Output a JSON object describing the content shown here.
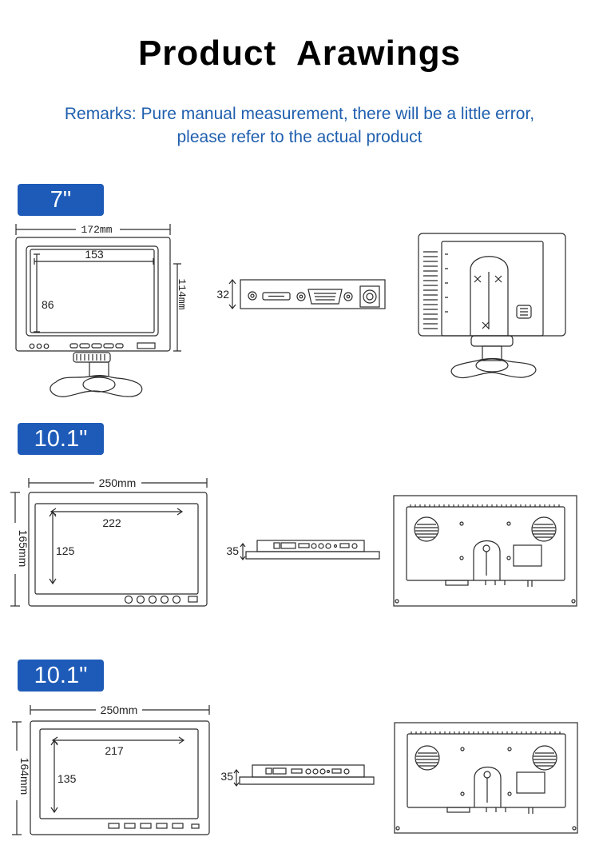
{
  "title": "Product  Arawings",
  "remarks": [
    "Remarks: Pure manual measurement, there will be a little error,",
    "please refer to the actual product"
  ],
  "colors": {
    "accent": "#1e5bb8",
    "remarks_text": "#1f5fae",
    "line": "#2b2b2b"
  },
  "sections": [
    {
      "size_label": "7\"",
      "width_label": "172mm",
      "height_label": "114mm",
      "screen_w": "153",
      "screen_h": "86",
      "depth": "32"
    },
    {
      "size_label": "10.1\"",
      "width_label": "250mm",
      "height_label": "165mm",
      "screen_w": "222",
      "screen_h": "125",
      "depth": "35"
    },
    {
      "size_label": "10.1\"",
      "width_label": "250mm",
      "height_label": "164mm",
      "screen_w": "217",
      "screen_h": "135",
      "depth": "35"
    }
  ]
}
